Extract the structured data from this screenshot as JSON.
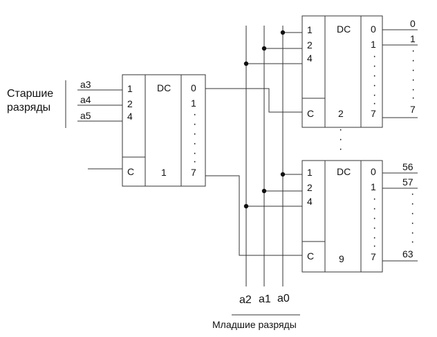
{
  "group_labels": {
    "high_line1": "Старшие",
    "high_line2": "разряды",
    "low": "Младшие разряды"
  },
  "inputs_high": [
    "a3",
    "a4",
    "a5"
  ],
  "inputs_low": [
    "a2",
    "a1",
    "a0"
  ],
  "decoder1": {
    "title": "DC",
    "number": "1",
    "addr_inputs": [
      "1",
      "2",
      "4"
    ],
    "enable": "C",
    "out_first": "0",
    "out_second": "1",
    "out_last": "7"
  },
  "decoder2": {
    "title": "DC",
    "number": "2",
    "addr_inputs": [
      "1",
      "2",
      "4"
    ],
    "enable": "C",
    "out_first": "0",
    "out_second": "1",
    "out_last": "7"
  },
  "decoder9": {
    "title": "DC",
    "number": "9",
    "addr_inputs": [
      "1",
      "2",
      "4"
    ],
    "enable": "C",
    "out_first": "0",
    "out_second": "1",
    "out_last": "7"
  },
  "outputs_top": {
    "first": "0",
    "second": "1",
    "last": "7"
  },
  "outputs_bottom": {
    "first": "56",
    "second": "57",
    "last": "63"
  }
}
